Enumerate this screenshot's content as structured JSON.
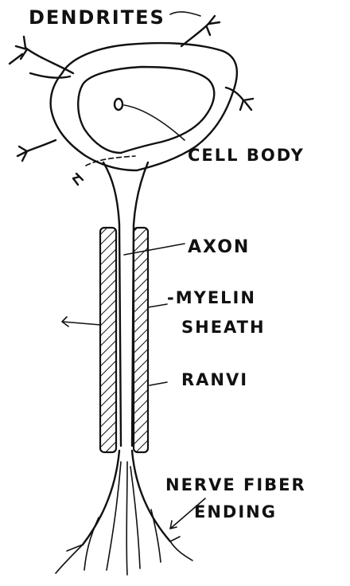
{
  "diagram": {
    "labels": {
      "dendrites": "DENDRITES",
      "cell_body": "CELL BODY",
      "axon": "AXON",
      "myelin_line1": "-MYELIN",
      "myelin_line2": "SHEATH",
      "ranvier": "RANVI",
      "nerve_line1": "NERVE FIBER",
      "nerve_line2": "ENDING"
    },
    "colors": {
      "ink": "#111111",
      "paper": "#ffffff"
    }
  }
}
